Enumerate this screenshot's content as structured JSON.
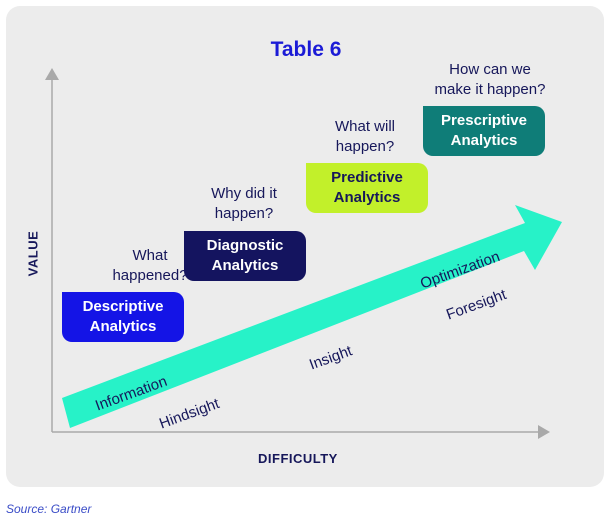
{
  "title": "Table 6",
  "axes": {
    "y_label": "VALUE",
    "x_label": "DIFFICULTY"
  },
  "stages": [
    {
      "box": [
        "Descriptive",
        "Analytics"
      ],
      "question": [
        "What",
        "happened?"
      ],
      "bg": "#1414e6",
      "fg": "#ffffff"
    },
    {
      "box": [
        "Diagnostic",
        "Analytics"
      ],
      "question": [
        "Why did it",
        "happen?"
      ],
      "bg": "#14145f",
      "fg": "#ffffff"
    },
    {
      "box": [
        "Predictive",
        "Analytics"
      ],
      "question": [
        "What will",
        "happen?"
      ],
      "bg": "#c2f02a",
      "fg": "#16175a"
    },
    {
      "box": [
        "Prescriptive",
        "Analytics"
      ],
      "question": [
        "How can we",
        "make it happen?"
      ],
      "bg": "#0f7d78",
      "fg": "#ffffff"
    }
  ],
  "arrow": {
    "color": "#27f2c8",
    "words_on_arrow": [
      "Information",
      "Optimization"
    ],
    "words_below": [
      "Hindsight",
      "Insight",
      "Foresight"
    ]
  },
  "source": "Source: Gartner"
}
